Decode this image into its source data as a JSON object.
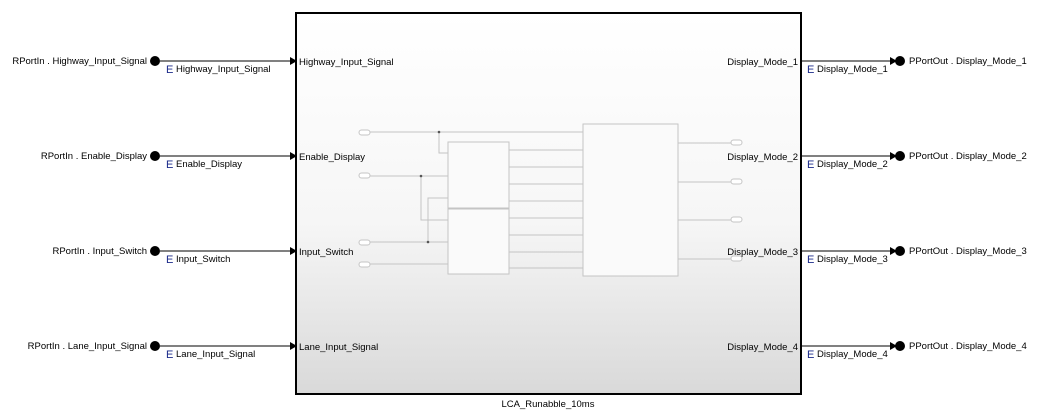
{
  "subsystem": {
    "name": "LCA_Runabble_10ms",
    "inports": [
      "Highway_Input_Signal",
      "Enable_Display",
      "Input_Switch",
      "Lane_Input_Signal"
    ],
    "outports": [
      "Display_Mode_1",
      "Display_Mode_2",
      "Display_Mode_3",
      "Display_Mode_4"
    ]
  },
  "inputs": [
    {
      "port": "RPortIn . Highway_Input_Signal",
      "signal": "Highway_Input_Signal"
    },
    {
      "port": "RPortIn . Enable_Display",
      "signal": "Enable_Display"
    },
    {
      "port": "RPortIn . Input_Switch",
      "signal": "Input_Switch"
    },
    {
      "port": "RPortIn . Lane_Input_Signal",
      "signal": "Lane_Input_Signal"
    }
  ],
  "outputs": [
    {
      "port": "PPortOut . Display_Mode_1",
      "signal": "Display_Mode_1"
    },
    {
      "port": "PPortOut . Display_Mode_2",
      "signal": "Display_Mode_2"
    },
    {
      "port": "PPortOut . Display_Mode_3",
      "signal": "Display_Mode_3"
    },
    {
      "port": "PPortOut . Display_Mode_4",
      "signal": "Display_Mode_4"
    }
  ],
  "signal_mark": "E",
  "colors": {
    "line": "#000000",
    "signal_mark": "#1a2a8a",
    "preview": "#c8c8c8"
  }
}
